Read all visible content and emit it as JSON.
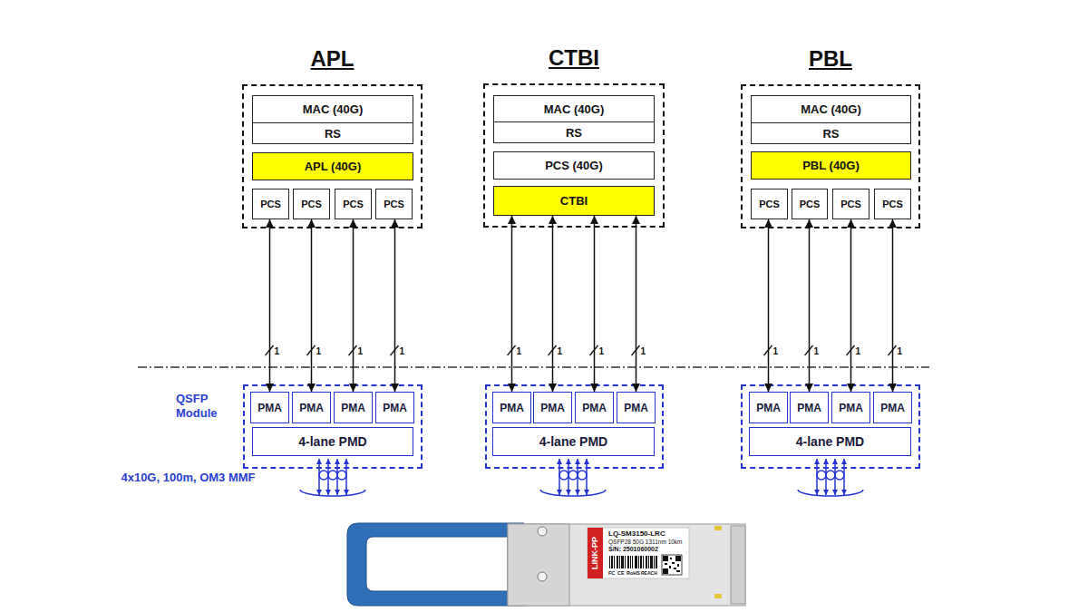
{
  "diagram": {
    "nodes": [
      {
        "text": [
          "APL"
        ]
      },
      {
        "text": [
          "MAC (40G)"
        ],
        "in": 0
      },
      {
        "text": [
          "RS"
        ],
        "in": 0
      },
      {
        "text": [
          "APL (40G)"
        ],
        "in": 0
      },
      {
        "text": [
          "PCS"
        ],
        "in": 0
      },
      {
        "text": [
          "PCS"
        ],
        "in": 0
      },
      {
        "text": [
          "PCS"
        ],
        "in": 0
      },
      {
        "text": [
          "PCS"
        ],
        "in": 0
      },
      {
        "text": [
          "CTBI"
        ]
      },
      {
        "text": [
          "MAC (40G)"
        ],
        "in": 8
      },
      {
        "text": [
          "RS"
        ],
        "in": 8
      },
      {
        "text": [
          "PCS (40G)"
        ],
        "in": 8
      },
      {
        "text": [
          "CTBI"
        ],
        "in": 8
      },
      {
        "text": [
          "PBL"
        ]
      },
      {
        "text": [
          "MAC (40G)"
        ],
        "in": 13
      },
      {
        "text": [
          "RS"
        ],
        "in": 13
      },
      {
        "text": [
          "PBL (40G)"
        ],
        "in": 13
      },
      {
        "text": [
          "PCS"
        ],
        "in": 13
      },
      {
        "text": [
          "PCS"
        ],
        "in": 13
      },
      {
        "text": [
          "PCS"
        ],
        "in": 13
      },
      {
        "text": [
          "PCS"
        ],
        "in": 13
      },
      {
        "text": [
          "QSFP Module"
        ]
      },
      {
        "text": [
          "PMA"
        ],
        "in": 21
      },
      {
        "text": [
          "PMA"
        ],
        "in": 21
      },
      {
        "text": [
          "PMA"
        ],
        "in": 21
      },
      {
        "text": [
          "PMA"
        ],
        "in": 21
      },
      {
        "text": [
          "4-lane PMD"
        ],
        "in": 21
      },
      {
        "text": []
      },
      {
        "text": [
          "PMA"
        ],
        "in": 27
      },
      {
        "text": [
          "PMA"
        ],
        "in": 27
      },
      {
        "text": [
          "PMA"
        ],
        "in": 27
      },
      {
        "text": [
          "PMA"
        ],
        "in": 27
      },
      {
        "text": [
          "4-lane PMD"
        ],
        "in": 27
      },
      {
        "text": []
      },
      {
        "text": [
          "PMA"
        ],
        "in": 33
      },
      {
        "text": [
          "PMA"
        ],
        "in": 33
      },
      {
        "text": [
          "PMA"
        ],
        "in": 33
      },
      {
        "text": [
          "PMA"
        ],
        "in": 33
      },
      {
        "text": [
          "4-lane PMD"
        ],
        "in": 33
      }
    ],
    "edges": [
      {
        "from": 4,
        "to": 22,
        "arrow": "both",
        "label": "1"
      },
      {
        "from": 5,
        "to": 23,
        "arrow": "both",
        "label": "1"
      },
      {
        "from": 6,
        "to": 24,
        "arrow": "both",
        "label": "1"
      },
      {
        "from": 7,
        "to": 25,
        "arrow": "both",
        "label": "1"
      },
      {
        "from": 12,
        "to": 28,
        "arrow": "both",
        "label": "1"
      },
      {
        "from": 12,
        "to": 29,
        "arrow": "both",
        "label": "1"
      },
      {
        "from": 12,
        "to": 30,
        "arrow": "both",
        "label": "1"
      },
      {
        "from": 12,
        "to": 31,
        "arrow": "both",
        "label": "1"
      },
      {
        "from": 17,
        "to": 34,
        "arrow": "both",
        "label": "1"
      },
      {
        "from": 18,
        "to": 35,
        "arrow": "both",
        "label": "1"
      },
      {
        "from": 19,
        "to": 36,
        "arrow": "both",
        "label": "1"
      },
      {
        "from": 20,
        "to": 37,
        "arrow": "both",
        "label": "1"
      }
    ],
    "labels": [
      "4x10G, 100m, OM3 MMF",
      "LINK-PP",
      "LQ-SM3150-LRC",
      "QSFP28 50G 1311nm 10km",
      "S/N: 2501060002",
      "FC",
      "CE",
      "RoHS",
      "REACH"
    ]
  }
}
